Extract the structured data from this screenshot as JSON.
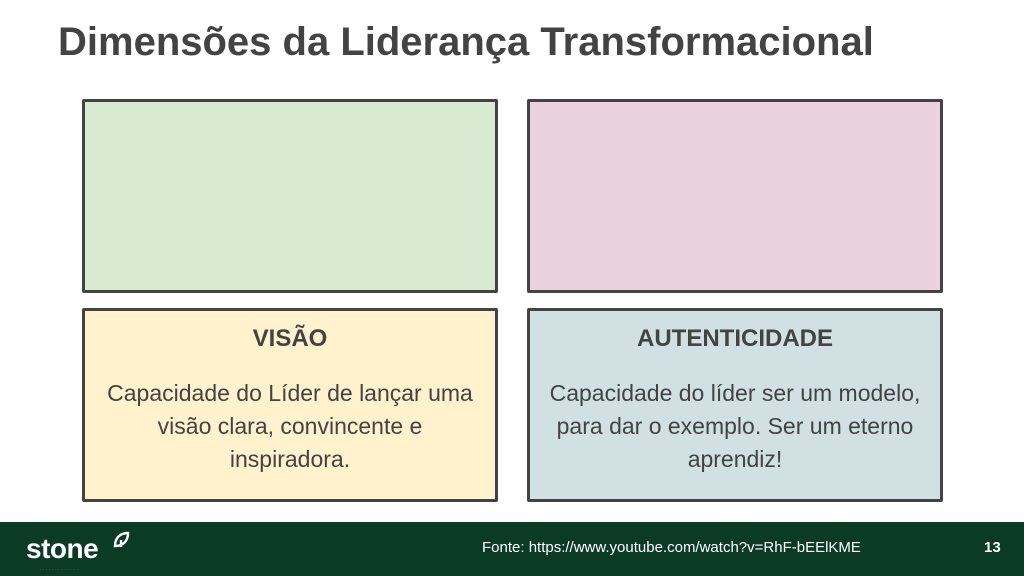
{
  "slide": {
    "title": "Dimensões da Liderança Transformacional"
  },
  "boxes": {
    "top_left": {
      "color": "#d9ead3"
    },
    "top_right": {
      "color": "#ead1dc"
    },
    "bottom_left": {
      "color": "#fff2cc",
      "heading": "VISÃO",
      "text": "Capacidade do Líder de lançar uma visão clara, convincente e inspiradora."
    },
    "bottom_right": {
      "color": "#d0e0e3",
      "heading": "AUTENTICIDADE",
      "text": "Capacidade do líder ser um modelo, para dar o exemplo. Ser um eterno aprendiz!"
    }
  },
  "footer": {
    "background": "#0b3b24",
    "logo": {
      "text": "stone",
      "icon": "stone-leaf-icon"
    },
    "source": "Fonte: https://www.youtube.com/watch?v=RhF-bEElKME",
    "page_number": "13"
  }
}
